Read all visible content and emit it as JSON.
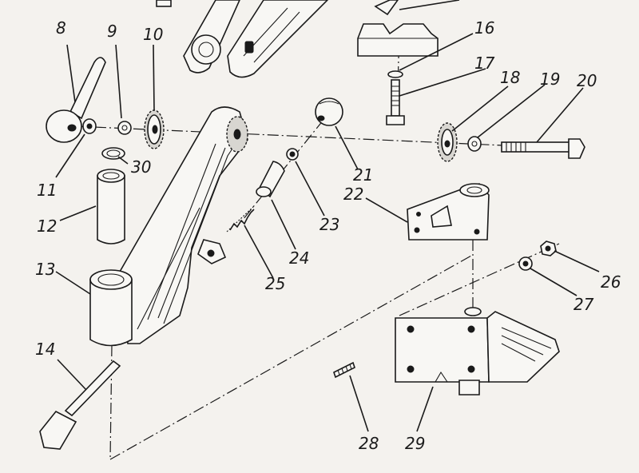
{
  "labels": [
    {
      "id": "8",
      "text": "8"
    },
    {
      "id": "9",
      "text": "9"
    },
    {
      "id": "10",
      "text": "10"
    },
    {
      "id": "11",
      "text": "11"
    },
    {
      "id": "12",
      "text": "12"
    },
    {
      "id": "13",
      "text": "13"
    },
    {
      "id": "14",
      "text": "14"
    },
    {
      "id": "16",
      "text": "16"
    },
    {
      "id": "17",
      "text": "17"
    },
    {
      "id": "18",
      "text": "18"
    },
    {
      "id": "19",
      "text": "19"
    },
    {
      "id": "20",
      "text": "20"
    },
    {
      "id": "21",
      "text": "21"
    },
    {
      "id": "22",
      "text": "22"
    },
    {
      "id": "23",
      "text": "23"
    },
    {
      "id": "24",
      "text": "24"
    },
    {
      "id": "25",
      "text": "25"
    },
    {
      "id": "26",
      "text": "26"
    },
    {
      "id": "27",
      "text": "27"
    },
    {
      "id": "28",
      "text": "28"
    },
    {
      "id": "29",
      "text": "29"
    },
    {
      "id": "30",
      "text": "30"
    }
  ]
}
